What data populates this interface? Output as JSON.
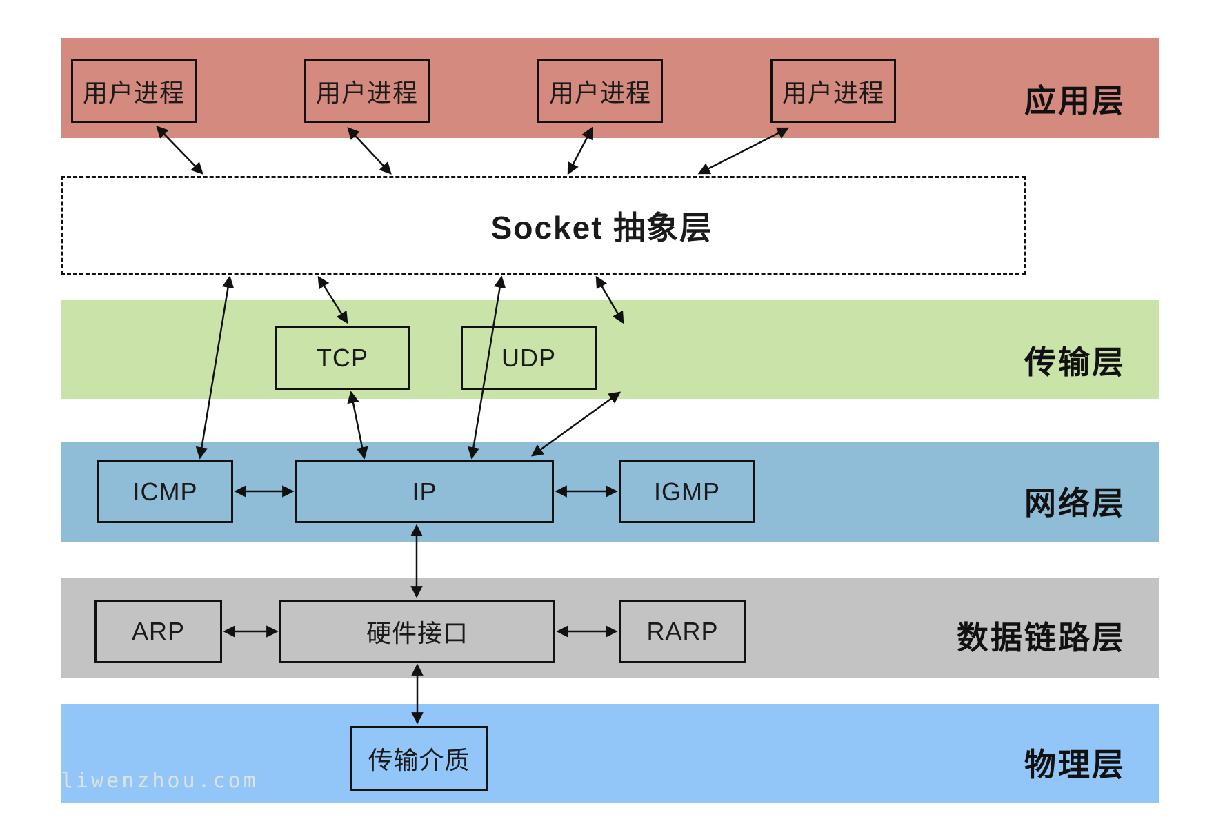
{
  "page": {
    "background": "#ffffff",
    "watermark": "liwenzhou.com"
  },
  "socket_layer": {
    "label": "Socket 抽象层",
    "border_style": "dashed"
  },
  "layers": [
    {
      "name": "应用层",
      "band_color": "#d48a7f",
      "boxes": [
        "用户进程",
        "用户进程",
        "用户进程",
        "用户进程"
      ]
    },
    {
      "name": "传输层",
      "band_color": "#c9e3a9",
      "boxes": [
        "TCP",
        "UDP"
      ]
    },
    {
      "name": "网络层",
      "band_color": "#8fbcd7",
      "boxes": [
        "ICMP",
        "IP",
        "IGMP"
      ]
    },
    {
      "name": "数据链路层",
      "band_color": "#c3c3c3",
      "boxes": [
        "ARP",
        "硬件接口",
        "RARP"
      ]
    },
    {
      "name": "物理层",
      "band_color": "#92c6f8",
      "boxes": [
        "传输介质"
      ]
    }
  ],
  "connections": [
    "用户进程 ↔ Socket 抽象层 (×4)",
    "Socket 抽象层 ↔ TCP",
    "Socket 抽象层 ↔ UDP",
    "Socket 抽象层 ↔ ICMP",
    "Socket 抽象层 ↔ IP",
    "TCP ↔ IP",
    "UDP ↔ IP",
    "ICMP ↔ IP",
    "IP ↔ IGMP",
    "IP ↔ 硬件接口",
    "ARP ↔ 硬件接口",
    "硬件接口 ↔ RARP",
    "硬件接口 ↔ 传输介质"
  ],
  "style": {
    "line_color": "#111111",
    "box_border_color": "#111111",
    "watermark_color": "#e4e6dc"
  }
}
